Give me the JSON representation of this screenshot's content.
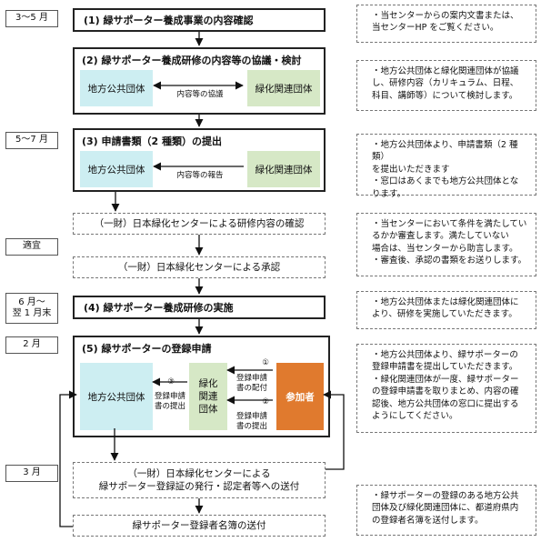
{
  "periods": [
    "3〜5 月",
    "5〜7 月",
    "適宜",
    "6 月〜\n翌 1 月末",
    "2 月",
    "3 月"
  ],
  "steps": {
    "s1": "(1)  緑サポーター養成事業の内容確認",
    "s2": "(2)  緑サポーター養成研修の内容等の協議・検討",
    "s3": "(3)  申請書類（2 種類）の提出",
    "s4": "(4)  緑サポーター養成研修の実施",
    "s5": "(5)  緑サポーターの登録申請"
  },
  "orgs": {
    "local_gov": "地方公共団体",
    "green_org": "緑化関連団体",
    "green_org_vertical": "緑化\n関連\n団体",
    "participant": "参加者"
  },
  "arrow_labels": {
    "consult": "内容等の協議",
    "report": "内容等の報告",
    "a1_num": "①",
    "a1": "登録申請\n書の配付",
    "a2_num": "②",
    "a2": "登録申請\n書の提出",
    "a3_num": "③",
    "a3": "登録申請\n書の提出"
  },
  "dashed": {
    "check": "（一財）日本緑化センターによる研修内容の確認",
    "approve": "（一財）日本緑化センターによる承認",
    "issue": "（一財）日本緑化センターによる\n緑サポーター登録証の発行・認定者等への送付",
    "send": "緑サポーター登録者名簿の送付"
  },
  "notes": {
    "n1": [
      "・当センターからの案内文書または、",
      "  当センターHP をご覧ください。"
    ],
    "n2": [
      "・地方公共団体と緑化関連団体が協議",
      "  し、研修内容（カリキュラム、日程、",
      "  科目、講師等）について検討します。"
    ],
    "n3": [
      "・地方公共団体より、申請書類（2 種類）",
      "  を提出いただきます",
      "・窓口はあくまでも地方公共団体とな",
      "  ります。"
    ],
    "n4": [
      "・当センターにおいて条件を満たしてい",
      "  るかか審査します。満たしていない",
      "  場合は、当センターから助言します。",
      "・審査後、承認の書類をお送りします。"
    ],
    "n5": [
      "・地方公共団体または緑化関連団体に",
      "  より、研修を実施していただきます。"
    ],
    "n6": [
      "・地方公共団体より、緑サポーターの",
      "  登録申請書を提出していただきます。",
      "・緑化関連団体が一度、緑サポーター",
      "  の登録申請書を取りまとめ、内容の確",
      "  認後、地方公共団体の窓口に提出する",
      "  ようにしてください。"
    ],
    "n7": [
      "・緑サポーターの登録のある地方公共",
      "  団体及び緑化関連団体に、都道府県内",
      "  の登録者名簿を送付します。"
    ]
  },
  "colors": {
    "cyan": "#cdeef2",
    "green": "#d6e8c6",
    "orange": "#e07a2e"
  }
}
